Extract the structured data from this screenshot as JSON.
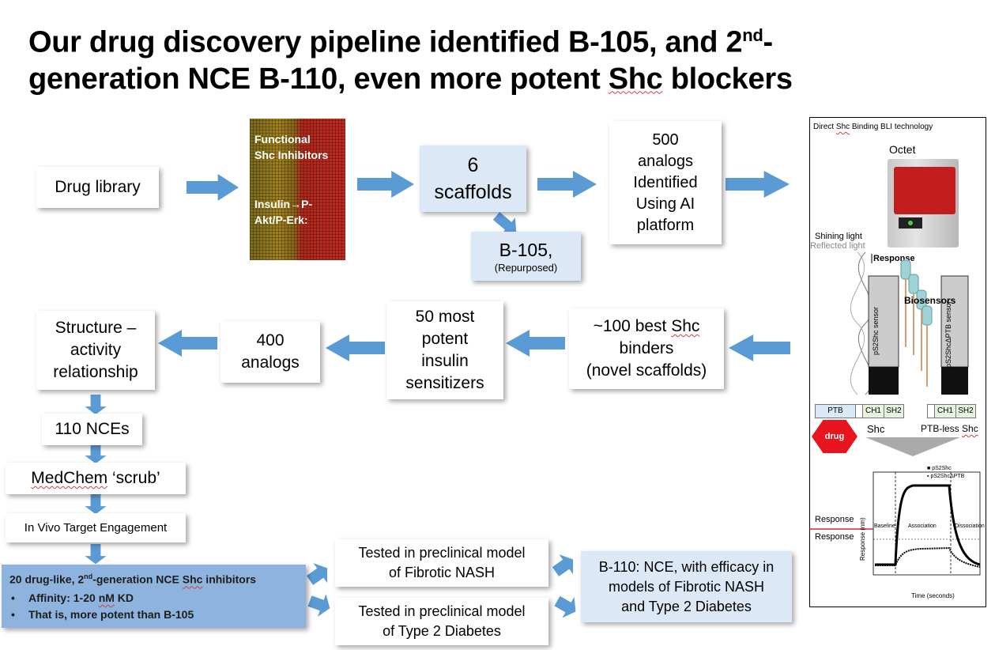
{
  "title": {
    "line1_a": "Our drug discovery pipeline identified B-105, and 2",
    "line1_sup": "nd",
    "line1_b": "-",
    "line2_a": "generation NCE B-110, even more potent ",
    "line2_shc": "Shc",
    "line2_b": " blockers"
  },
  "boxes": {
    "drug_library": "Drug library",
    "scaffolds_6": "6",
    "scaffolds_word": "scaffolds",
    "b105": "B-105,",
    "b105_sub": "(Repurposed)",
    "analogs500_l1": "500",
    "analogs500_l2": "analogs",
    "analogs500_l3": "Identified",
    "analogs500_l4": "Using AI",
    "analogs500_l5": "platform",
    "best_l1a": "~100 best ",
    "best_l1b": "Shc",
    "best_l2": "binders",
    "best_l3": "(novel scaffolds)",
    "potent_l1": "50 most",
    "potent_l2": "potent",
    "potent_l3": "insulin",
    "potent_l4": "sensitizers",
    "analogs400_l1": "400",
    "analogs400_l2": "analogs",
    "sar_l1": "Structure –",
    "sar_l2": "activity",
    "sar_l3": "relationship",
    "nces": "110 NCEs",
    "medchem_a": "MedChem",
    "medchem_b": " ‘scrub’",
    "invivo": "In Vivo Target Engagement",
    "inhib_title_a": "20 drug-like, 2",
    "inhib_title_sup": "nd",
    "inhib_title_b": "-generation NCE ",
    "inhib_title_shc": "Shc",
    "inhib_title_c": " inhibitors",
    "inhib_b1_a": "Affinity: 1-20 ",
    "inhib_b1_nm": "nM",
    "inhib_b1_b": " KD",
    "inhib_b2": "That is, more potent than B-105",
    "nash_l1": "Tested in preclinical model",
    "nash_l2": "of Fibrotic NASH",
    "t2d_l1": "Tested in preclinical model",
    "t2d_l2": "of Type 2 Diabetes",
    "b110_l1": "B-110: NCE, with efficacy in",
    "b110_l2": "models of Fibrotic NASH",
    "b110_l3": "and Type 2 Diabetes"
  },
  "screen_image": {
    "l1": "Functional",
    "l2": "Shc Inhibitors",
    "l3": "Insulin→P-",
    "l4": "Akt/P-Erk:"
  },
  "bli_panel": {
    "header_a": "Direct ",
    "header_shc": "Shc",
    "header_b": " Binding BLI technology",
    "octet": "Octet",
    "shining": "Shining light",
    "reflected": "Reflected light",
    "response": "Response",
    "biosensors": "Biosensors",
    "sensor1": "pS2Shc sensor",
    "sensor2": "pS2ShcΔPTB sensor",
    "dom_ptb": "PTB",
    "dom_ch1": "CH1",
    "dom_sh2": "SH2",
    "dom_ch1b": "CH1",
    "dom_sh2b": "SH2",
    "drug": "drug",
    "shc_label": "Shc",
    "ptbless_a": "PTB-less ",
    "ptbless_shc": "Shc",
    "legend1": "pS2Shc",
    "legend2": "pS2ShcΔPTB",
    "phase1": "Baseline",
    "phase2": "Association",
    "phase3": "Dissociation",
    "xaxis": "Time (seconds)",
    "yaxis": "Response (nm)",
    "resp1": "Response",
    "resp2": "Response"
  },
  "colors": {
    "arrow": "#5b9bd5",
    "box_blue": "#dce8f5",
    "inhib_bg": "#5e8bc4",
    "drug_red": "#e8141e"
  }
}
